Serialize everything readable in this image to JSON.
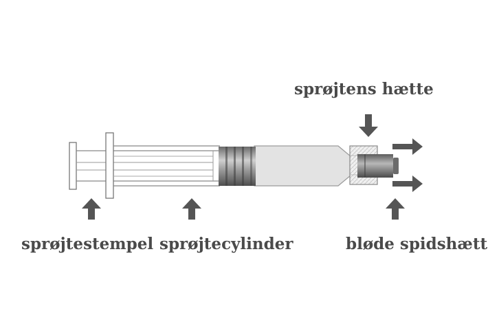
{
  "labels": {
    "plunger": "sprøjtestempel",
    "barrel": "sprøjtecylinder",
    "syringe_cap": "sprøjtens hætte",
    "soft_tip_cap": "bløde spidshætte"
  },
  "colors": {
    "text": "#4a4a4a",
    "arrow": "#555555",
    "outline": "#777777",
    "barrel_fill": "#e3e3e3",
    "metal_dark": "#5a5a5a",
    "metal_mid": "#8c8c8c",
    "metal_light": "#c4c4c4"
  }
}
